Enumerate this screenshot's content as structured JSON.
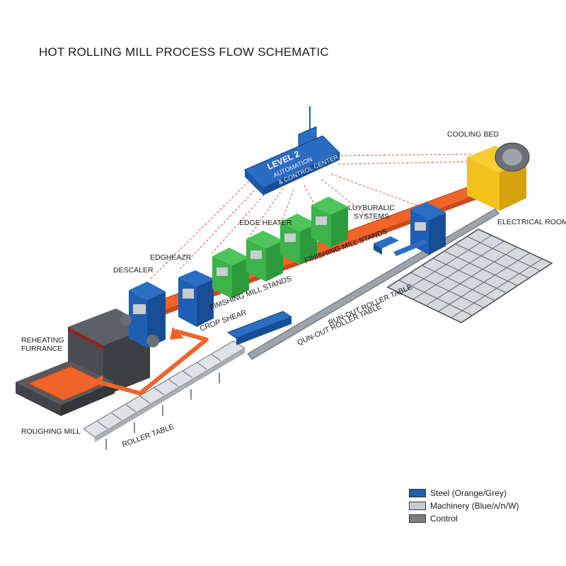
{
  "title": "HOT ROLLING MILL PROCESS FLOW SCHEMATIC",
  "control_center": {
    "line1": "LEVEL 2",
    "line2": "AUTOMATION",
    "line3": "& CONTROL CENTER"
  },
  "labels": {
    "cooling_bed": "COOLING BED",
    "electrical_room": "ELECTRICAL ROOM",
    "edge_heater": "EDGE HEATER",
    "edgheazr": "EDGHEAZR",
    "descaler": "DESCALER",
    "lubricating": "LUYBURALIC\nSYSTEMS",
    "finishing_upper": "FINISHING MILL STANDS",
    "finishing_lower": "FIMSHING MILL STANDS",
    "crop_shear": "CROP SHEAR",
    "reheating": "REHEATING\nFURRANCE",
    "run_out_1": "RUN-OUT ROLLER TABLE",
    "run_out_2": "QUN-OUT ROLLER TABLE",
    "roughing_mill": "ROUGHING MILL",
    "roller_table": "ROLLER TABLE"
  },
  "legend": [
    {
      "label": "Steel (Orange/Grey)",
      "color": "#1f5fb4"
    },
    {
      "label": "Machinery (Blue/ʌ/ո/W)",
      "color": "#c9ccd1"
    },
    {
      "label": "Control",
      "color": "#7a7d82"
    }
  ],
  "colors": {
    "steel": "#f0642a",
    "machinery_blue": "#1f5fb4",
    "finishing_green": "#3cb34a",
    "cooling_yellow": "#f2c21b",
    "furnace_grey": "#45484d",
    "signal_red": "#e0432f"
  }
}
